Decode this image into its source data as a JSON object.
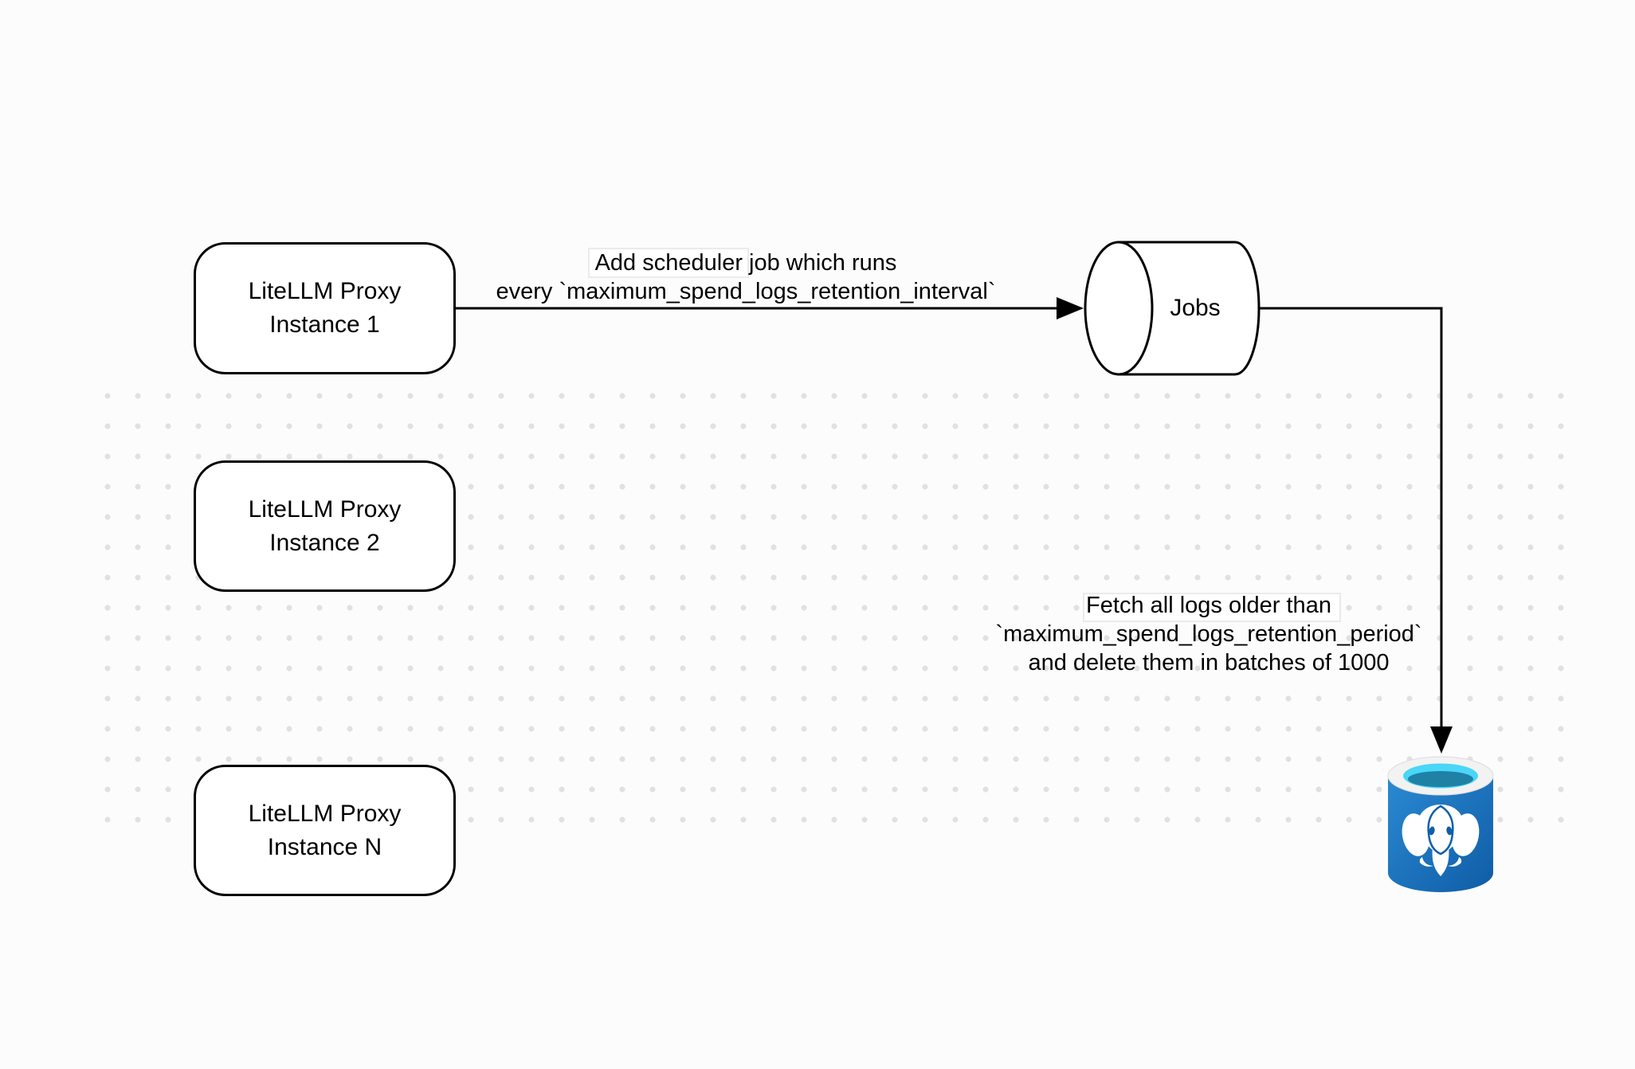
{
  "diagram": {
    "background": {
      "color": "#fcfcfc",
      "dot_color": "#e1e1e1"
    },
    "stroke_color": "#000000",
    "nodes": {
      "instance1": {
        "line1": "LiteLLM Proxy",
        "line2": "Instance 1"
      },
      "instance2": {
        "line1": "LiteLLM Proxy",
        "line2": "Instance 2"
      },
      "instance_n": {
        "line1": "LiteLLM Proxy",
        "line2": "Instance N"
      },
      "jobs": {
        "label": "Jobs",
        "shape": "horizontal-cylinder"
      },
      "postgres": {
        "icon": "postgresql-database-icon",
        "colors": {
          "body_light": "#2a8ad2",
          "body_dark": "#0f5ca6",
          "ring": "#f2f2f2",
          "water_light": "#49d6f7",
          "water_dark": "#1f81a6",
          "detail_blue": "#0d5faa"
        }
      }
    },
    "edges": {
      "add_scheduler": {
        "line1": "Add scheduler job which runs",
        "line2": "every `maximum_spend_logs_retention_interval`"
      },
      "fetch_delete": {
        "line1": "Fetch all logs older than",
        "line2": "`maximum_spend_logs_retention_period`",
        "line3": "and delete them in batches of 1000"
      }
    }
  }
}
